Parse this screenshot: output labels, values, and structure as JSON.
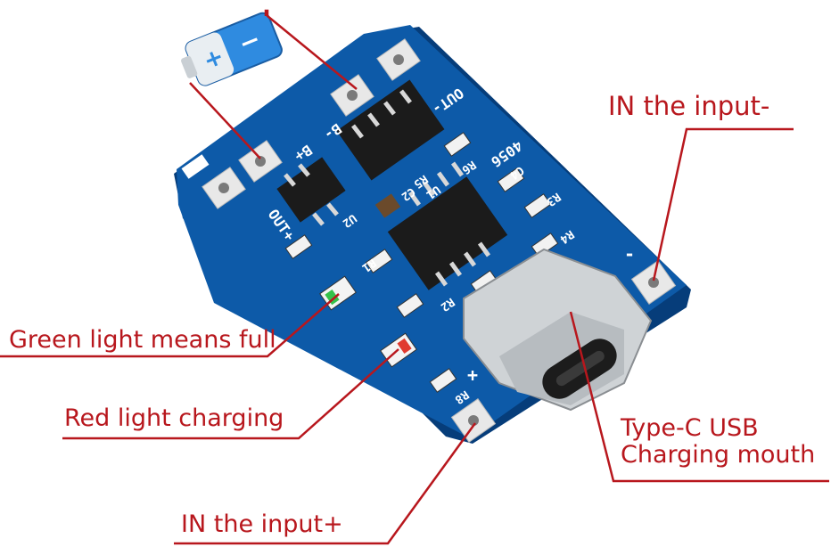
{
  "labels": {
    "in_minus": "IN the input-",
    "green_light": "Green light means full",
    "red_light": "Red light charging",
    "typec_line1": "Type-C USB",
    "typec_line2": "Charging mouth",
    "in_plus": "IN the input+"
  },
  "silkscreen": {
    "out_minus": "OUT-",
    "b_minus": "B-",
    "b_plus": "B+",
    "out_plus": "OUT+",
    "chip_4056": "4056",
    "r6": "R6",
    "c4": "C4",
    "r3": "R3",
    "r4": "R4",
    "r5": "R5",
    "u1": "U1",
    "c2": "C2",
    "u2": "U2",
    "r1": "R1",
    "r2": "R2",
    "r8": "R8",
    "minus": "-",
    "plus": "+"
  },
  "battery": {
    "plus": "+",
    "minus": "−"
  },
  "colors": {
    "annotation": "#b8171d",
    "pcb": "#0d5aa8",
    "pcb_edge": "#063d7a",
    "pad": "#e8e8e8",
    "chip": "#1b1b1b",
    "usb_shell": "#cfd3d6",
    "led_green": "#35c24a",
    "led_red": "#e03b2f"
  },
  "icons": [
    "battery-icon",
    "usb-c-connector-icon",
    "led-icon",
    "ic-chip-icon"
  ]
}
